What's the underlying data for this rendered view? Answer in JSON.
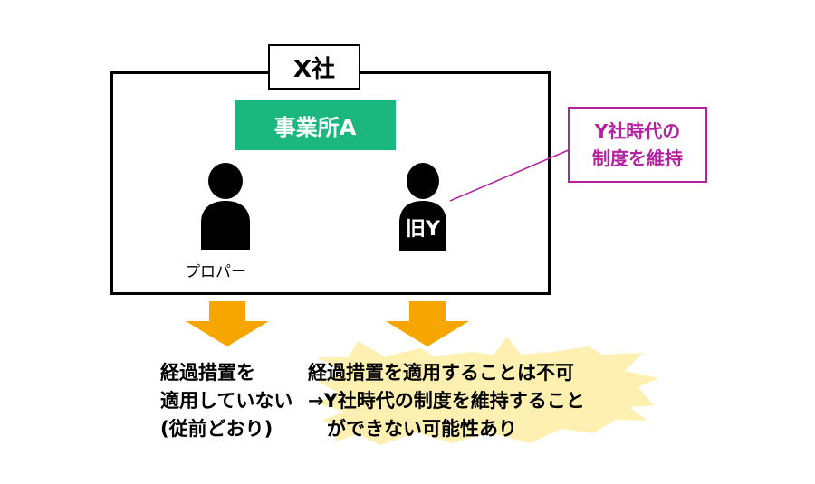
{
  "company": {
    "label": "X社"
  },
  "office": {
    "label": "事業所A"
  },
  "persons": {
    "left_caption": "プロパー",
    "right_label": "旧Y"
  },
  "note": {
    "lines": [
      "Y社時代の",
      "制度を維持"
    ]
  },
  "results": {
    "left_lines": [
      "経過措置を",
      "適用していない",
      "(従前どおり)"
    ],
    "right_lines": [
      "経過措置を適用することは不可",
      "→Y社時代の制度を維持すること",
      "　ができない可能性あり"
    ]
  },
  "colors": {
    "office_bg": "#1cb77e",
    "note_accent": "#b3219e",
    "arrow": "#f7a600",
    "burst": "#fdf0b0"
  }
}
